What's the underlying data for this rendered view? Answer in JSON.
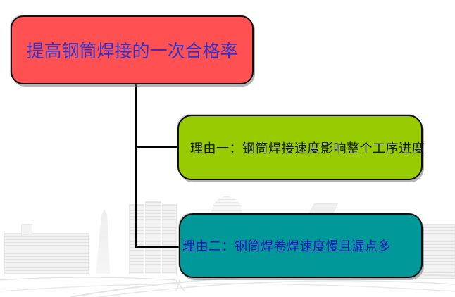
{
  "slide": {
    "canvas_background": "#ffffff",
    "watermark": "faded gray city skyline with towers, spire and highway curves"
  },
  "diagram": {
    "type": "tree",
    "connector_color": "#000000",
    "root": {
      "label": "提高钢筒焊接的一次合格率",
      "fill": "#ff5152",
      "border_color": "#0d0d0d",
      "text_color": "#3333cc"
    },
    "reasons": [
      {
        "label": "理由一：钢筒焊接速度影响整个工序进度",
        "fill": "#99cc00",
        "border_color": "#0d0d0d",
        "text_color": "#14142e"
      },
      {
        "label": "理由二：钢筒焊卷焊速度慢且漏点多",
        "fill": "#009898",
        "border_color": "#0d0d0d",
        "text_color": "#1515be"
      }
    ]
  }
}
